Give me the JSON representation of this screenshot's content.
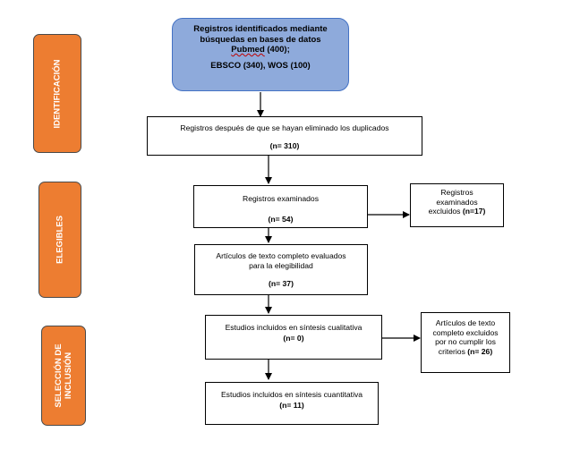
{
  "sidebars": {
    "identificacion": "IDENTIFICACIÓN",
    "elegibles": "ELEGIBLES",
    "seleccion_1": "SELECCIÓN DE",
    "seleccion_2": "INCLUSIÓN"
  },
  "top_box": {
    "line1": "Registros identificados mediante",
    "line2": "búsquedas en bases de datos",
    "line3_a": "Pubmed",
    "line3_b": " (400);",
    "line4": "EBSCO (340), WOS (100)"
  },
  "duplicates_box": {
    "text": "Registros después de que se hayan eliminado los duplicados",
    "count": "(n= 310)"
  },
  "examined_box": {
    "text": "Registros examinados",
    "count": "(n= 54)"
  },
  "excluded_box": {
    "line1": "Registros",
    "line2": "examinados",
    "line3_a": "excluidos ",
    "line3_b": "(n=17)"
  },
  "fulltext_box": {
    "line1": "Artículos de texto completo evaluados",
    "line2": "para la elegibilidad",
    "count": "(n= 37)"
  },
  "qualitative_box": {
    "text": "Estudios incluidos en síntesis cualitativa",
    "count": "(n= 0)"
  },
  "fulltext_excluded_box": {
    "line1": "Artículos de texto",
    "line2": "completo excluidos",
    "line3": "por no cumplir los",
    "line4_a": "criterios ",
    "line4_b": "(n= 26)"
  },
  "quantitative_box": {
    "text": "Estudios incluidos en síntesis cuantitativa",
    "count": "(n= 11)"
  }
}
